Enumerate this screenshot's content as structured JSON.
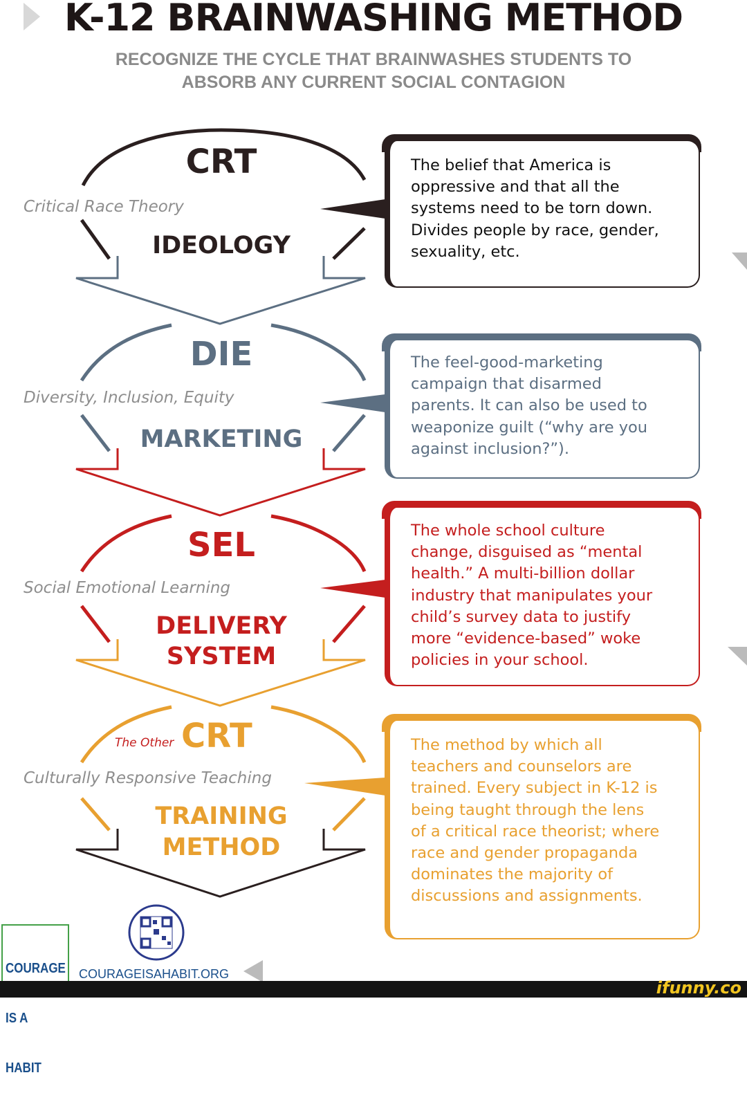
{
  "header": {
    "title": "K-12 BRAINWASHING METHOD",
    "subtitle_line1": "RECOGNIZE THE CYCLE THAT BRAINWASHES STUDENTS TO",
    "subtitle_line2": "ABSORB ANY CURRENT SOCIAL CONTAGION"
  },
  "stages": [
    {
      "acronym": "CRT",
      "full_name": "Critical Race Theory",
      "role_line1": "IDEOLOGY",
      "role_line2": "",
      "color": "#2a1f1f",
      "description": [
        "The belief that America is",
        "oppressive and that all the",
        "systems need to be torn down.",
        "Divides people by race, gender,",
        "sexuality, etc."
      ]
    },
    {
      "acronym": "DIE",
      "full_name": "Diversity, Inclusion, Equity",
      "role_line1": "MARKETING",
      "role_line2": "",
      "color": "#5c6f82",
      "description": [
        "The feel-good-marketing",
        "campaign that disarmed",
        "parents. It can also be used to",
        "weaponize guilt (“why are you",
        "against inclusion?”)."
      ]
    },
    {
      "acronym": "SEL",
      "full_name": "Social Emotional Learning",
      "role_line1": "DELIVERY",
      "role_line2": "SYSTEM",
      "color": "#c41e1e",
      "description": [
        "The whole school culture",
        "change, disguised as “mental",
        "health.” A multi-billion dollar",
        "industry that manipulates your",
        "child’s survey data to justify",
        "more “evidence-based” woke",
        "policies in your school."
      ]
    },
    {
      "prefix": "The Other",
      "acronym": "CRT",
      "full_name": "Culturally Responsive Teaching",
      "role_line1": "TRAINING",
      "role_line2": "METHOD",
      "color": "#e8a030",
      "description": [
        "The method by which all",
        "teachers and counselors are",
        "trained. Every subject in K-12 is",
        "being taught through the lens",
        "of a critical race theorist; where",
        "race and gender propaganda",
        "dominates the majority of",
        "discussions and assignments."
      ]
    }
  ],
  "footer": {
    "logo_line1": "COURAGE",
    "logo_line2": "IS A",
    "logo_line3": "HABIT",
    "url": "COURAGEISAHABIT.ORG",
    "watermark": "ifunny.co"
  },
  "colors": {
    "ideology": "#2a1f1f",
    "marketing": "#5c6f82",
    "delivery": "#c41e1e",
    "training": "#e8a030",
    "logo_blue": "#1a4f8b",
    "logo_green": "#43a047"
  }
}
